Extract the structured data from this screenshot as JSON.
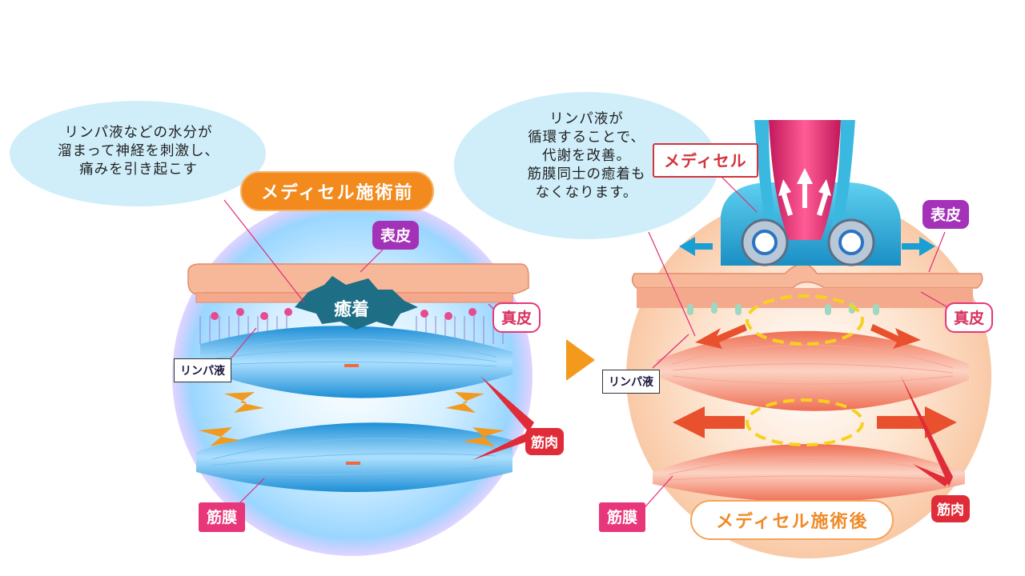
{
  "before": {
    "title": "メディセル施術前",
    "bubble_lines": [
      "リンパ液などの水分が",
      "溜まって神経を刺激し、",
      "痛みを引き起こす"
    ],
    "adhesion_label": "癒着",
    "epidermis_label": "表皮",
    "dermis_label": "真皮",
    "lymph_label": "リンパ液",
    "muscle_label": "筋肉",
    "fascia_label": "筋膜"
  },
  "after": {
    "title": "メディセル施術後",
    "bubble_lines": [
      "リンパ液が",
      "循環することで、",
      "代謝を改善。",
      "筋膜同士の癒着も",
      "なくなります。"
    ],
    "device_label": "メディセル",
    "epidermis_label": "表皮",
    "dermis_label": "真皮",
    "lymph_label": "リンパ液",
    "muscle_label": "筋肉",
    "fascia_label": "筋膜"
  },
  "colors": {
    "arrow": "#f39a1d",
    "title_orange": "#f28a1e",
    "bubble": "#cfeefa",
    "muscle_blue": "#2f9fe0",
    "muscle_red": "#ef7a62",
    "tag_purple": "#a332b8",
    "tag_pink": "#e8367a",
    "tag_red": "#e02c38"
  }
}
